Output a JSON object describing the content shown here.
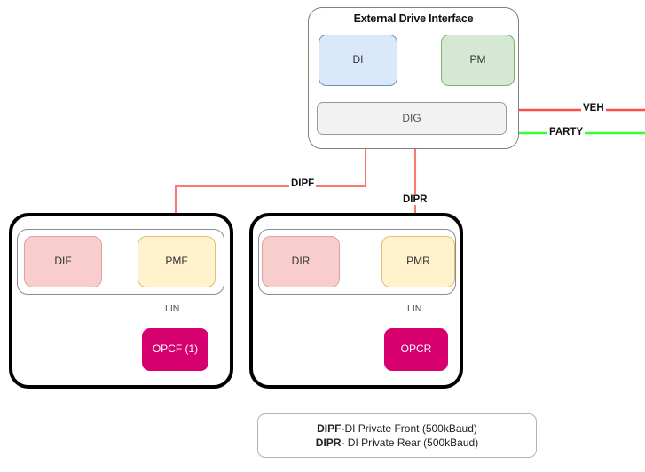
{
  "diagram": {
    "title": "External Drive Interface",
    "nodes": {
      "di": "DI",
      "pm": "PM",
      "dig": "DIG",
      "dif": "DIF",
      "pmf": "PMF",
      "dir": "DIR",
      "pmr": "PMR",
      "opcf": "OPCF (1)",
      "opcr": "OPCR"
    },
    "bus_labels": {
      "veh": "VEH",
      "party": "PARTY",
      "dipf": "DIPF",
      "dipr": "DIPR",
      "lin_front": "LIN",
      "lin_rear": "LIN"
    },
    "legend": {
      "line1_code": "DIPF",
      "line1_text": "-DI Private Front (500kBaud)",
      "line2_code": "DIPR",
      "line2_text": "- DI Private Rear (500kBaud)"
    },
    "colors": {
      "veh_bus": "#ff4d4d",
      "party_bus": "#33ff33",
      "private_bus": "#f77b72",
      "ethernet": "#2020e0",
      "lin_bus": "#ff66cc",
      "di_fill": "#dae8fc",
      "di_stroke": "#6c8ebf",
      "pm_fill": "#d5e8d4",
      "pm_stroke": "#82b366",
      "dig_fill": "#f2f2f2",
      "dig_stroke": "#999999",
      "dix_fill": "#f8cecc",
      "pmx_fill": "#fff2cc",
      "opc_fill": "#d6006e",
      "container_stroke": "#000000"
    }
  }
}
